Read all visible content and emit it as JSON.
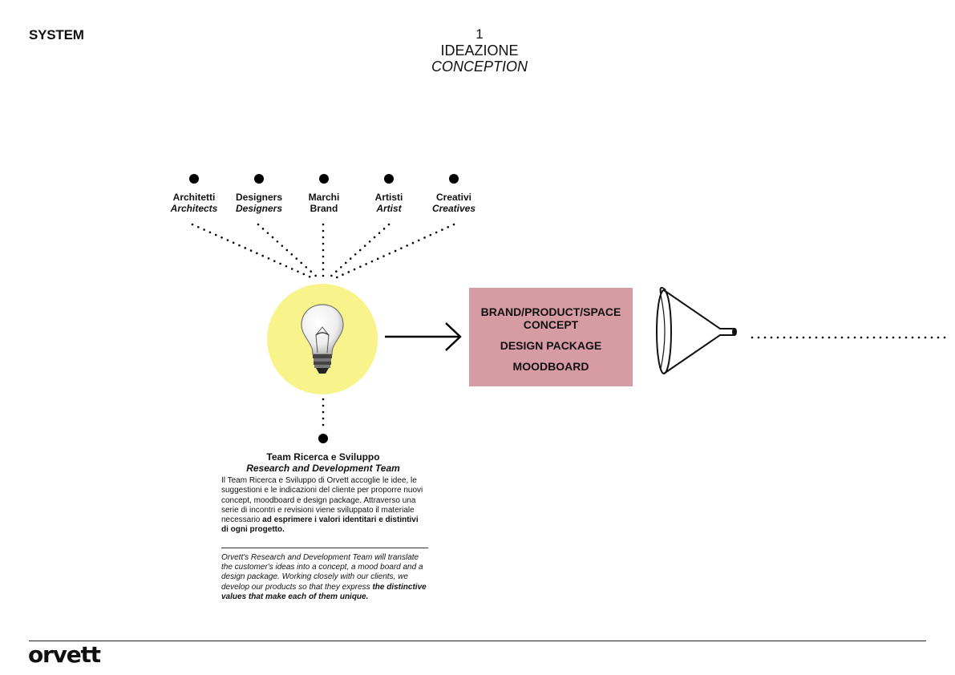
{
  "header": {
    "section": "SYSTEM",
    "step_number": "1",
    "title_it": "IDEAZIONE",
    "title_en": "CONCEPTION"
  },
  "sources": [
    {
      "it": "Architetti",
      "en": "Architects"
    },
    {
      "it": "Designers",
      "en": "Designers"
    },
    {
      "it": "Marchi",
      "en": "Brand"
    },
    {
      "it": "Artisti",
      "en": "Artist"
    },
    {
      "it": "Creativi",
      "en": "Creatives"
    }
  ],
  "output_box": {
    "line1": "BRAND/PRODUCT/SPACE",
    "line2": "CONCEPT",
    "line3": "DESIGN PACKAGE",
    "line4": "MOODBOARD"
  },
  "team": {
    "title_it": "Team Ricerca e Sviluppo",
    "title_en": "Research and Development Team",
    "desc_it_plain": "Il Team Ricerca e Sviluppo di Orvett accoglie le idee, le suggestioni e le indicazioni del cliente per proporre nuovi concept, moodboard e design package. Attraverso una serie di incontri e revisioni viene sviluppato il materiale necessario ",
    "desc_it_bold": "ad esprimere i valori identitari e distintivi di ogni progetto.",
    "desc_en_plain": "Orvett's Research and Development Team will translate the customer's ideas into a concept, a mood board and a design package. Working closely with our clients, we develop our products so that they express ",
    "desc_en_bold": "the distinctive values that make each of them unique."
  },
  "footer": {
    "logo": "orvett"
  },
  "colors": {
    "bulb_circle": "#f8f38b",
    "box": "#d79ba3",
    "ink": "#111111"
  },
  "icons": [
    "light-bulb-icon",
    "arrow-right-icon",
    "funnel-icon"
  ]
}
